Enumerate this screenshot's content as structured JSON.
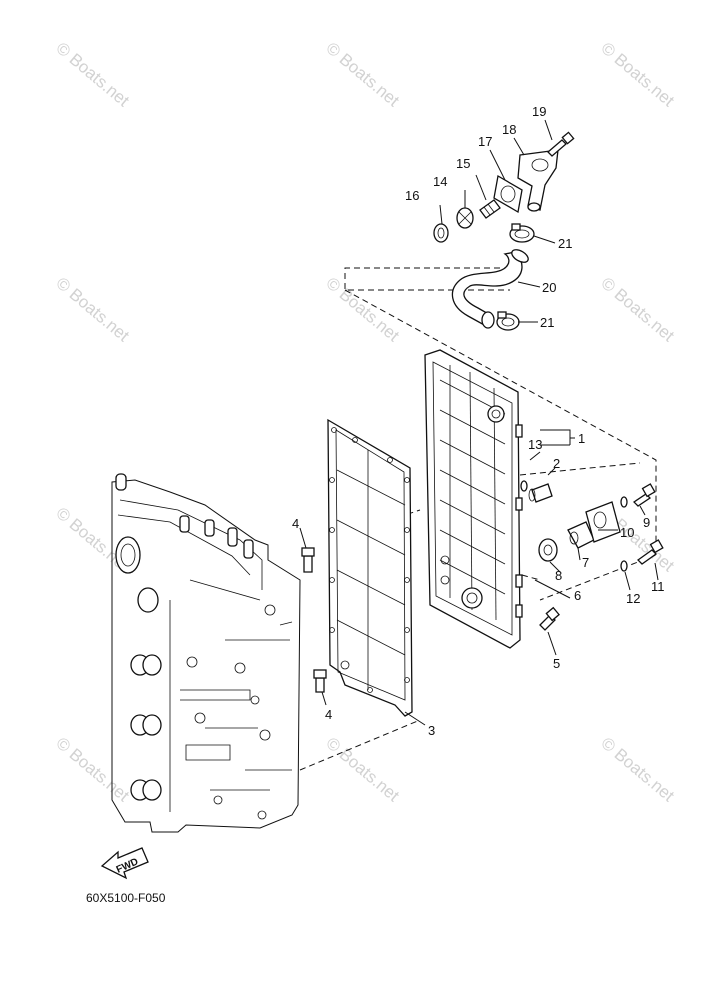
{
  "watermark": "© Boats.net",
  "diagram_code": "60X5100-F050",
  "fwd_label": "FWD",
  "callouts": {
    "c1": "1",
    "c2": "2",
    "c3": "3",
    "c4a": "4",
    "c4b": "4",
    "c5": "5",
    "c6": "6",
    "c7": "7",
    "c8": "8",
    "c9": "9",
    "c10": "10",
    "c11": "11",
    "c12": "12",
    "c13": "13",
    "c14": "14",
    "c15": "15",
    "c16": "16",
    "c17": "17",
    "c18": "18",
    "c19": "19",
    "c20": "20",
    "c21a": "21",
    "c21b": "21"
  }
}
